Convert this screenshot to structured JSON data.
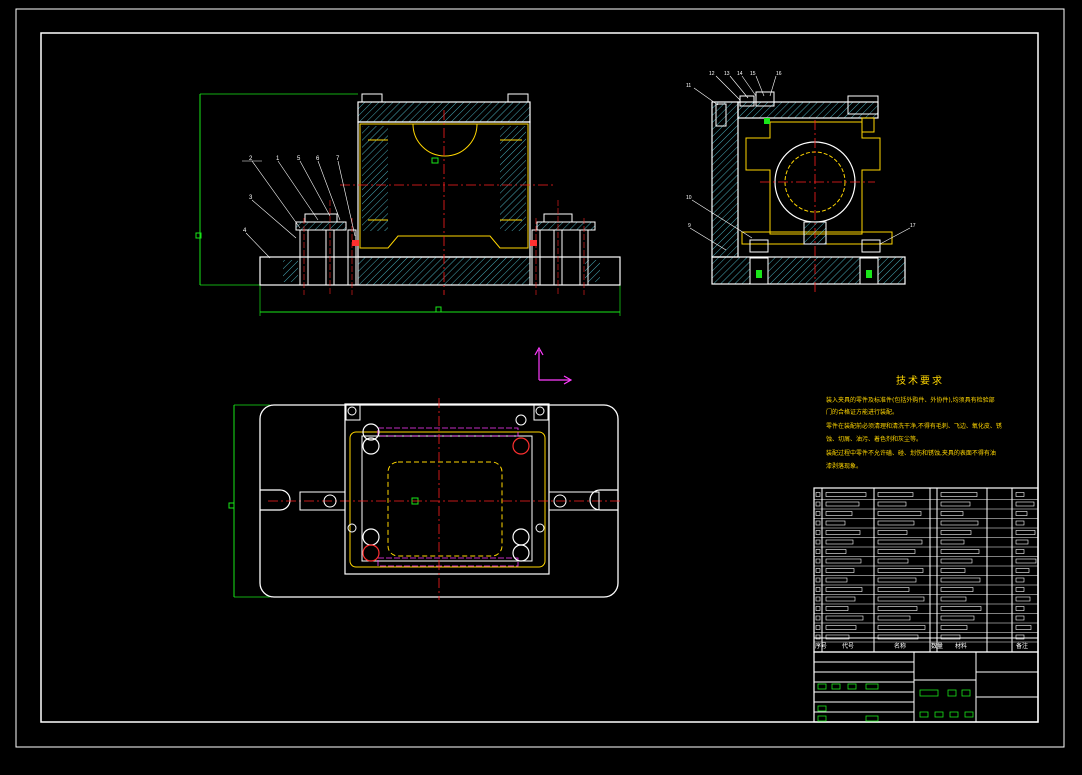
{
  "drawing": {
    "colors": {
      "outline": "#ffffff",
      "center_line": "#ff2020",
      "hidden_part": "#ffd600",
      "dimension": "#19e619",
      "hatch": "#5ad6e6",
      "ucs": "#ff3cff",
      "accent_red": "#ff3030"
    },
    "side_view_balloons": [
      "1",
      "2",
      "3",
      "4",
      "5",
      "6",
      "7"
    ],
    "top_right_balloons": [
      "11",
      "12",
      "13",
      "14",
      "15",
      "16"
    ],
    "right_view_balloons": [
      "10",
      "9",
      "17"
    ],
    "tech_notes": {
      "title": "技术要求",
      "lines": [
        "装入夹具的零件及标准件(包括外购件、外协件),均须具有检验部",
        "门的合格证方能进行装配。",
        "零件在装配前必须清理和清洗干净,不得有毛刺、飞边、氧化皮、锈",
        "蚀、切屑、油污、着色剂和灰尘等。",
        "装配过程中零件不允许磕、碰、划伤和锈蚀,夹具的表面不得有油",
        "漆剥落现象。"
      ]
    },
    "bom_headers": [
      "序号",
      "代号",
      "名称",
      "数量",
      "材料",
      "备注"
    ]
  }
}
